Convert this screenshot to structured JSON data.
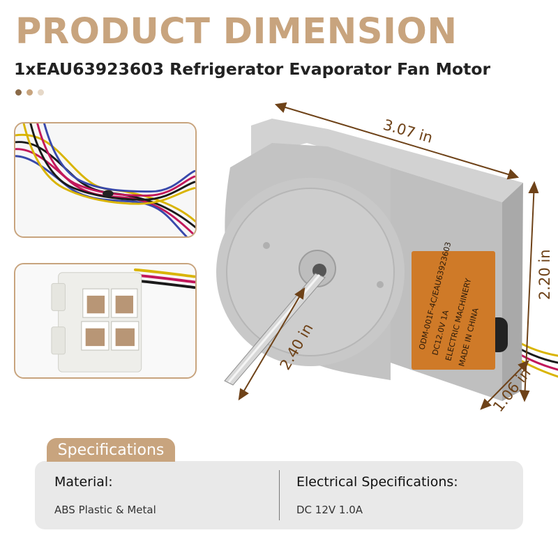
{
  "header": {
    "title": "PRODUCT DIMENSION",
    "subtitle": "1xEAU63923603 Refrigerator Evaporator Fan Motor"
  },
  "pagination_dots": [
    "#8a6a48",
    "#c8a47e",
    "#e6d8c8"
  ],
  "thumbnails": [
    {
      "subject": "wire-harness-photo"
    },
    {
      "subject": "connector-plug-photo"
    }
  ],
  "product": {
    "label_text": [
      "ODM-001F-4C/EAU63923603",
      "DC12.0V   1A",
      "ELECTRIC MACHINERY",
      "MADE IN CHINA"
    ],
    "dimensions": {
      "length": "3.07 in",
      "height": "2.20 in",
      "shaft": "2.40 in",
      "depth": "1.06 in"
    }
  },
  "specifications": {
    "tab_label": "Specifications",
    "material": {
      "label": "Material:",
      "value": "ABS Plastic & Metal"
    },
    "electrical": {
      "label": "Electrical Specifications:",
      "value": "DC 12V 1.0A"
    }
  },
  "colors": {
    "accent_tan": "#c8a47e",
    "dimension_brown": "#6e4218",
    "panel_gray": "#e9e9e9",
    "motor_gray": "#bcbcbc",
    "label_orange": "#cf7a28"
  }
}
